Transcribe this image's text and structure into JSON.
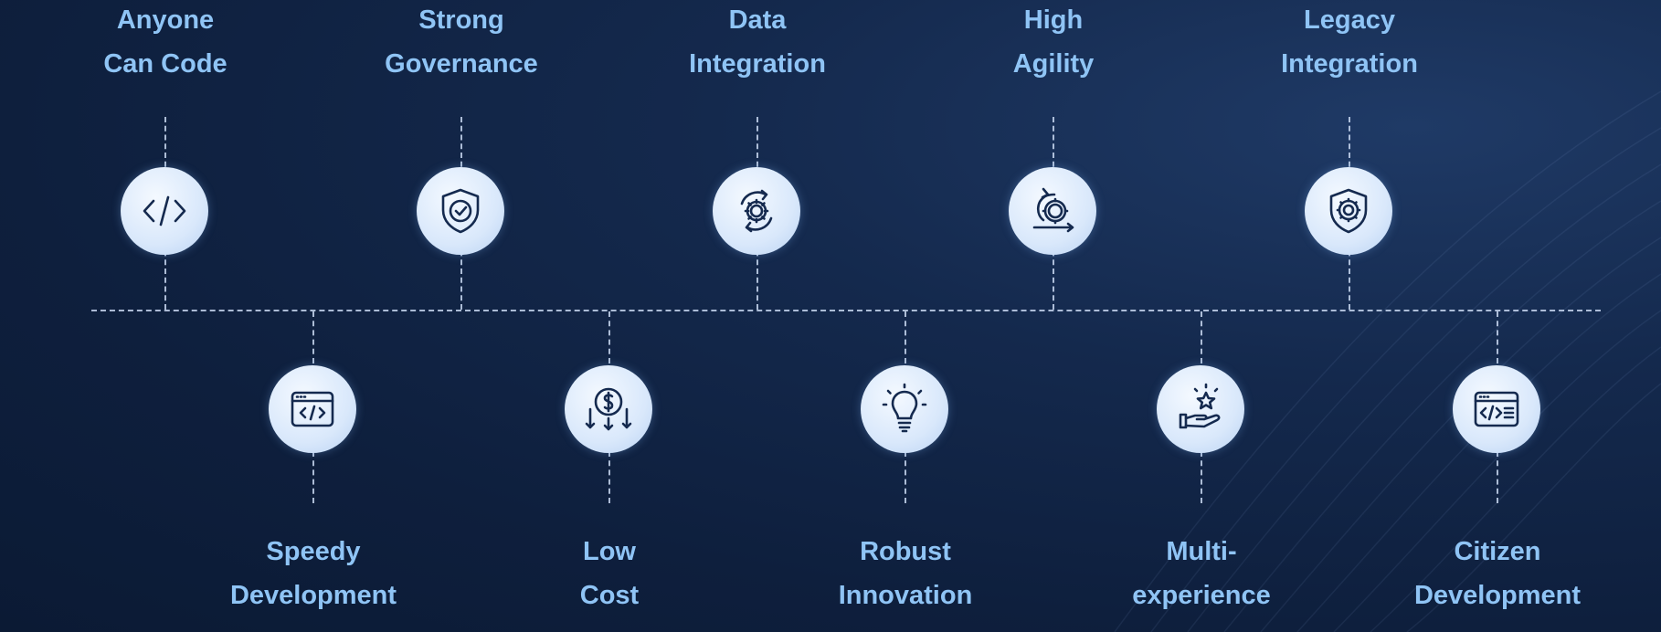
{
  "items": [
    {
      "id": "anyone-can-code",
      "lines": [
        "Anyone",
        "Can Code"
      ],
      "icon": "code-brackets-icon",
      "row": "top"
    },
    {
      "id": "speedy-development",
      "lines": [
        "Speedy",
        "Development"
      ],
      "icon": "browser-code-icon",
      "row": "bottom"
    },
    {
      "id": "strong-governance",
      "lines": [
        "Strong",
        "Governance"
      ],
      "icon": "shield-check-icon",
      "row": "top"
    },
    {
      "id": "low-cost",
      "lines": [
        "Low",
        "Cost"
      ],
      "icon": "dollar-down-arrows-icon",
      "row": "bottom"
    },
    {
      "id": "data-integration",
      "lines": [
        "Data",
        "Integration"
      ],
      "icon": "gear-cycle-icon",
      "row": "top"
    },
    {
      "id": "robust-innovation",
      "lines": [
        "Robust",
        "Innovation"
      ],
      "icon": "lightbulb-icon",
      "row": "bottom"
    },
    {
      "id": "high-agility",
      "lines": [
        "High",
        "Agility"
      ],
      "icon": "agile-gear-arrow-icon",
      "row": "top"
    },
    {
      "id": "multi-experience",
      "lines": [
        "Multi-",
        "experience"
      ],
      "icon": "hand-star-icon",
      "row": "bottom"
    },
    {
      "id": "legacy-integration",
      "lines": [
        "Legacy",
        "Integration"
      ],
      "icon": "shield-gear-icon",
      "row": "top"
    },
    {
      "id": "citizen-development",
      "lines": [
        "Citizen",
        "Development"
      ],
      "icon": "browser-code-lines-icon",
      "row": "bottom"
    }
  ],
  "colors": {
    "label": "#8fc4f5",
    "icon_stroke": "#152a4f",
    "circle_fill": "#dde9fb",
    "background": "#102244"
  }
}
